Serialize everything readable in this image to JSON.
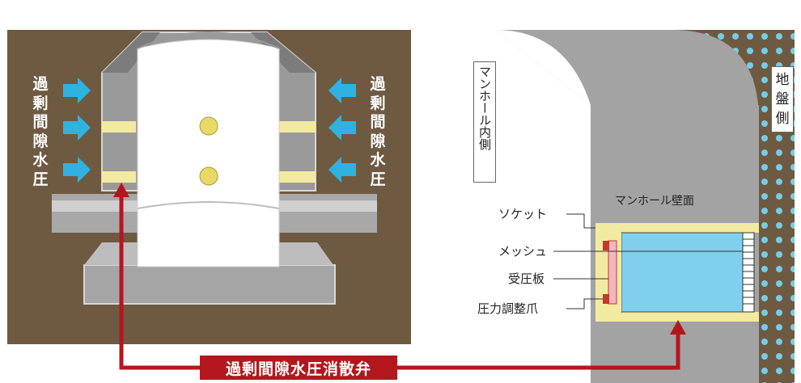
{
  "left_panel": {
    "pressure_label_left": [
      "過",
      "剰",
      "間",
      "隙",
      "水",
      "圧"
    ],
    "pressure_label_right": [
      "過",
      "剰",
      "間",
      "隙",
      "水",
      "圧"
    ],
    "arrow_color": "#2fb2e0"
  },
  "right_panel": {
    "inside_label": "マンホール内側",
    "ground_label": [
      "地",
      "盤",
      "側"
    ],
    "wall_label": "マンホール壁面",
    "parts": {
      "socket": "ソケット",
      "mesh": "メッシュ",
      "pressure_plate": "受圧板",
      "adjust_claw": "圧力調整爪"
    }
  },
  "valve_label": "過剰間隙水圧消散弁",
  "colors": {
    "soil": "#6e5a41",
    "concrete": "#9c9c9c",
    "seal": "#f3eaa2",
    "water": "#7fd0ee",
    "accent_red": "#b3171d"
  }
}
